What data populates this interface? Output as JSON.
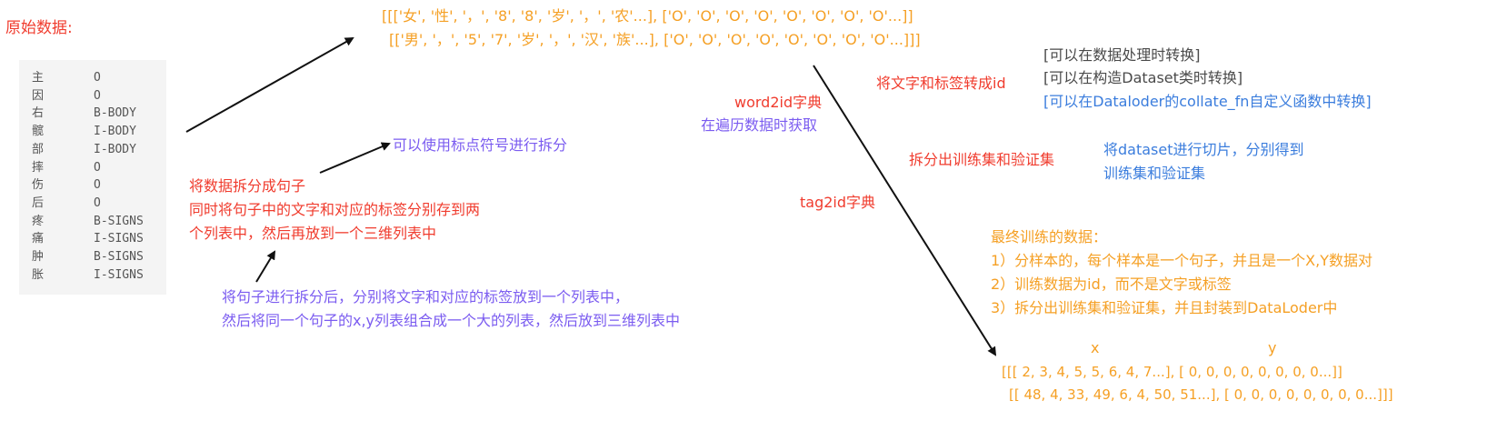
{
  "title": "原始数据:",
  "raw_rows": [
    {
      "char": "主",
      "tag": "O"
    },
    {
      "char": "因",
      "tag": "O"
    },
    {
      "char": "右",
      "tag": "B-BODY"
    },
    {
      "char": "髋",
      "tag": "I-BODY"
    },
    {
      "char": "部",
      "tag": "I-BODY"
    },
    {
      "char": "摔",
      "tag": "O"
    },
    {
      "char": "伤",
      "tag": "O"
    },
    {
      "char": "后",
      "tag": "O"
    },
    {
      "char": "疼",
      "tag": "B-SIGNS"
    },
    {
      "char": "痛",
      "tag": "I-SIGNS"
    },
    {
      "char": "肿",
      "tag": "B-SIGNS"
    },
    {
      "char": "胀",
      "tag": "I-SIGNS"
    }
  ],
  "list3d": {
    "line1": "[[['女', '性', '，', '8', '8', '岁', '，', '农'...], ['O', 'O', 'O', 'O', 'O', 'O', 'O', 'O'...]]",
    "line2": "[['男', '，', '5', '7', '岁', '，', '汉', '族'...], ['O', 'O', 'O', 'O', 'O', 'O', 'O', 'O'...]]]"
  },
  "punct_note": "可以使用标点符号进行拆分",
  "split_note": {
    "line1": "将数据拆分成句子",
    "line2": "同时将句子中的文字和对应的标签分别存到两",
    "line3": "个列表中，然后再放到一个三维列表中"
  },
  "combine_note": {
    "line1": "将句子进行拆分后，分别将文字和对应的标签放到一个列表中，",
    "line2": "然后将同一个句子的x,y列表组合成一个大的列表，然后放到三维列表中"
  },
  "word2id": {
    "label": "word2id字典",
    "sub": "在遍历数据时获取"
  },
  "tag2id": {
    "label": "tag2id字典"
  },
  "to_id": {
    "label": "将文字和标签转成id"
  },
  "convert_options": {
    "opt1": "[可以在数据处理时转换]",
    "opt2": "[可以在构造Dataset类时转换]",
    "opt3": "[可以在Dataloder的collate_fn自定义函数中转换]"
  },
  "split_train": {
    "label": "拆分出训练集和验证集",
    "desc1": "将dataset进行切片，分别得到",
    "desc2": "训练集和验证集"
  },
  "final": {
    "title": "最终训练的数据：",
    "p1": "1）分样本的，每个样本是一个句子，并且是一个X,Y数据对",
    "p2": "2）训练数据为id，而不是文字或标签",
    "p3": "3）拆分出训练集和验证集，并且封装到DataLoder中"
  },
  "ids": {
    "x_label": "x",
    "y_label": "y",
    "line1": "[[[ 2,  3,  4,  5,  5,  6,  4,  7...], [ 0,  0,  0,  0,   0,  0,  0,  0...]]",
    "line2": "[[ 48,  4, 33, 49,  6,  4, 50, 51...], [ 0,  0,  0,  0,   0,  0,  0,  0...]]]"
  }
}
